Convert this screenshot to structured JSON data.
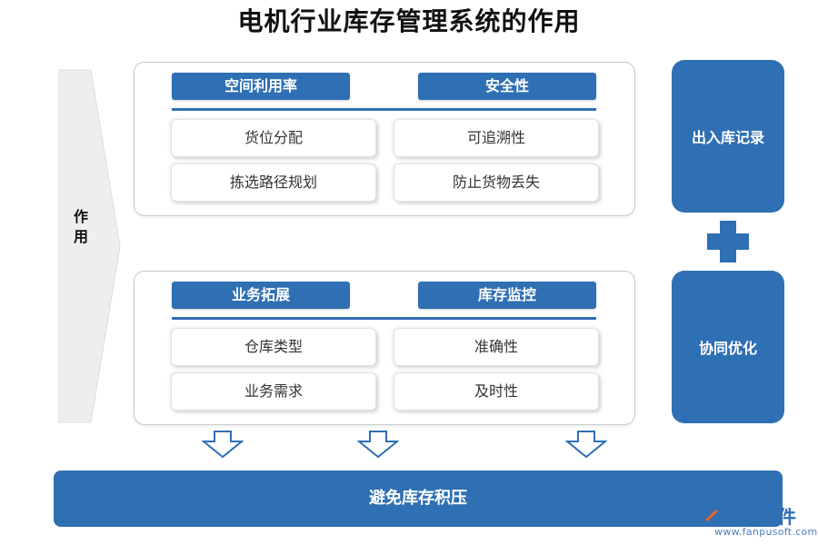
{
  "title": "电机行业库存管理系统的作用",
  "left_label": "作用",
  "top_panel": {
    "left_header": "空间利用率",
    "right_header": "安全性",
    "items": [
      "货位分配",
      "可追溯性",
      "拣选路径规划",
      "防止货物丢失"
    ]
  },
  "bottom_panel": {
    "left_header": "业务拓展",
    "right_header": "库存监控",
    "items": [
      "仓库类型",
      "准确性",
      "业务需求",
      "及时性"
    ]
  },
  "side": {
    "top": "出入库记录",
    "bottom": "协同优化"
  },
  "result": "避免库存积压",
  "watermark": {
    "brand": "泛普软件",
    "url": "www.fanpusoft.com"
  },
  "colors": {
    "accent": "#2f6fb3",
    "arrow_fill": "#eeeeee"
  }
}
